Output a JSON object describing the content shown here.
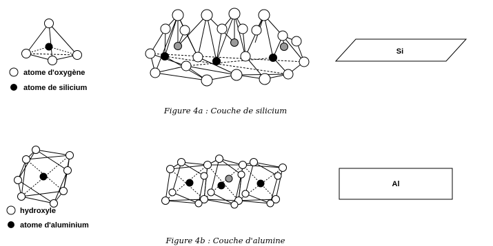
{
  "silica": {
    "legend": {
      "oxygen_label": "atome d'oxygène",
      "silicon_label": "atome de silicium"
    },
    "block_label": "Si",
    "caption": "Figure 4a : Couche de silicium"
  },
  "alumina": {
    "legend": {
      "hydroxyl_label": "hydroxyle",
      "aluminium_label": "atome d'aluminium"
    },
    "block_label": "Al",
    "caption": "Figure 4b : Couche d'alumine"
  },
  "colors": {
    "atom_open": "#ffffff",
    "atom_dark": "#000000",
    "atom_grey": "#9a9a9a",
    "line": "#000000"
  }
}
